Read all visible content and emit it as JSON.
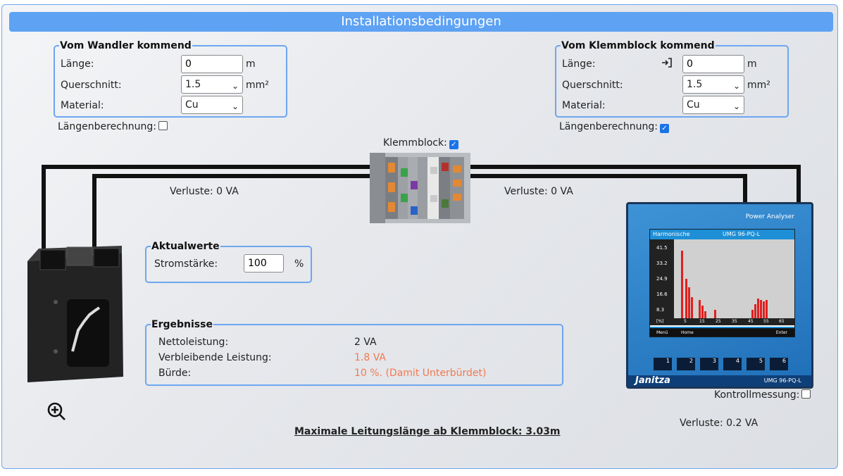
{
  "title": "Installationsbedingungen",
  "left_box": {
    "legend": "Vom Wandler kommend",
    "length_label": "Länge:",
    "length_value": "0",
    "length_unit": "m",
    "cross_label": "Querschnitt:",
    "cross_value": "1.5",
    "cross_unit": "mm²",
    "material_label": "Material:",
    "material_value": "Cu",
    "calc_label": "Längenberechnung:",
    "calc_checked": false
  },
  "right_box": {
    "legend": "Vom Klemmblock kommend",
    "length_label": "Länge:",
    "length_value": "0",
    "length_unit": "m",
    "cross_label": "Querschnitt:",
    "cross_value": "1.5",
    "cross_unit": "mm²",
    "material_label": "Material:",
    "material_value": "Cu",
    "calc_label": "Längenberechnung:",
    "calc_checked": true
  },
  "klemmblock": {
    "label": "Klemmblock:",
    "checked": true
  },
  "losses_left": "Verluste: 0 VA",
  "losses_right": "Verluste: 0 VA",
  "losses_meter": "Verluste: 0.2 VA",
  "actual": {
    "legend": "Aktualwerte",
    "current_label": "Stromstärke:",
    "current_value": "100",
    "current_unit": "%"
  },
  "results": {
    "legend": "Ergebnisse",
    "rows": [
      {
        "label": "Nettoleistung:",
        "value": "2 VA"
      },
      {
        "label": "Verbleibende Leistung:",
        "value": "1.8 VA"
      },
      {
        "label": "Bürde:",
        "value": "10 %. (Damit Unterbürdet)"
      }
    ]
  },
  "control": {
    "label": "Kontrollmessung:",
    "checked": false
  },
  "max_length": "Maximale Leitungslänge ab Klemmblock: 3.03m",
  "meter": {
    "brand": "Power Analyser",
    "screen_left": "Harmonische",
    "screen_right": "UMG 96-PQ-L",
    "yticks": [
      "41.5",
      "33.2",
      "24.9",
      "16.6",
      "8.3",
      "[%]"
    ],
    "xticks": [
      "5",
      "15",
      "25",
      "35",
      "45",
      "55",
      "65"
    ],
    "footer_left": "Menü",
    "footer_mid": "Home",
    "footer_right": "Enter",
    "buttons": [
      "1",
      "2",
      "3",
      "4",
      "5",
      "6"
    ],
    "logo": "Janitza",
    "model": "UMG 96-PQ-L"
  },
  "colors": {
    "accent": "#5ea2f3",
    "border": "#6ea6f0",
    "warning": "#f07a52"
  }
}
